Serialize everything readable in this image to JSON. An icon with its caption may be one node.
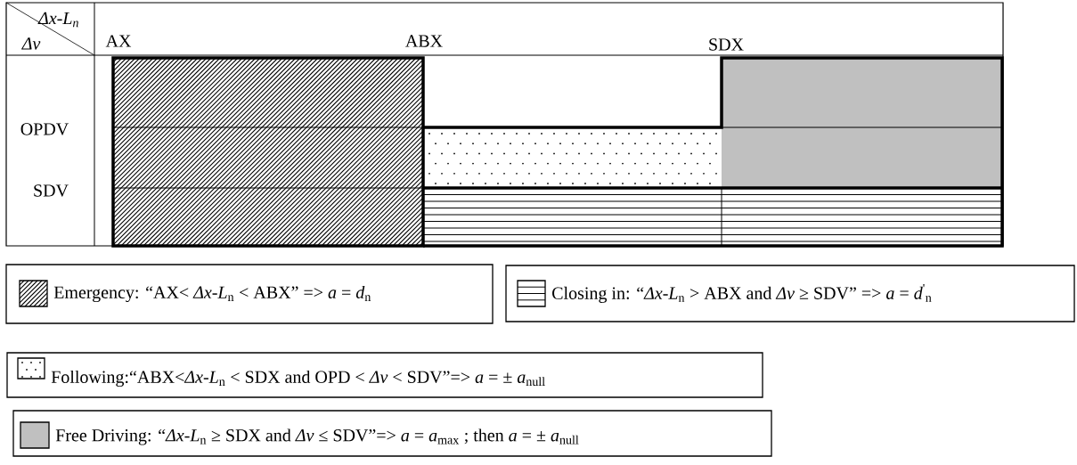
{
  "diagram": {
    "labels": [
      "Δx-L$_{n}$",
      "Δv",
      "AX",
      "ABX",
      "SDX",
      "OPDV",
      "SDV"
    ],
    "legend": [
      {
        "text": "Emergency: “AX< *Δx-L*$_{n}$ < ABX” => *a* = *d*$_{n}$"
      },
      {
        "text": "Closing in: “*Δx-L*$_{n}$ > ABX and *Δv* ≥ SDV” => *a* = *d*$^{'}$$_{n}$"
      },
      {
        "text": "Following:“ABX<*Δx-L*$_{n}$ < SDX and OPD < *Δv* < SDV”=> *a* = ± *a*$_{null}$"
      },
      {
        "text": "Free Driving: “*Δx-L*$_{n}$ ≥ SDX and *Δv* ≤ SDV”=> *a* = *a*$_{max}$ ; then *a* = ± *a*$_{null}$",
        "color": "#c0c0c0"
      }
    ]
  }
}
